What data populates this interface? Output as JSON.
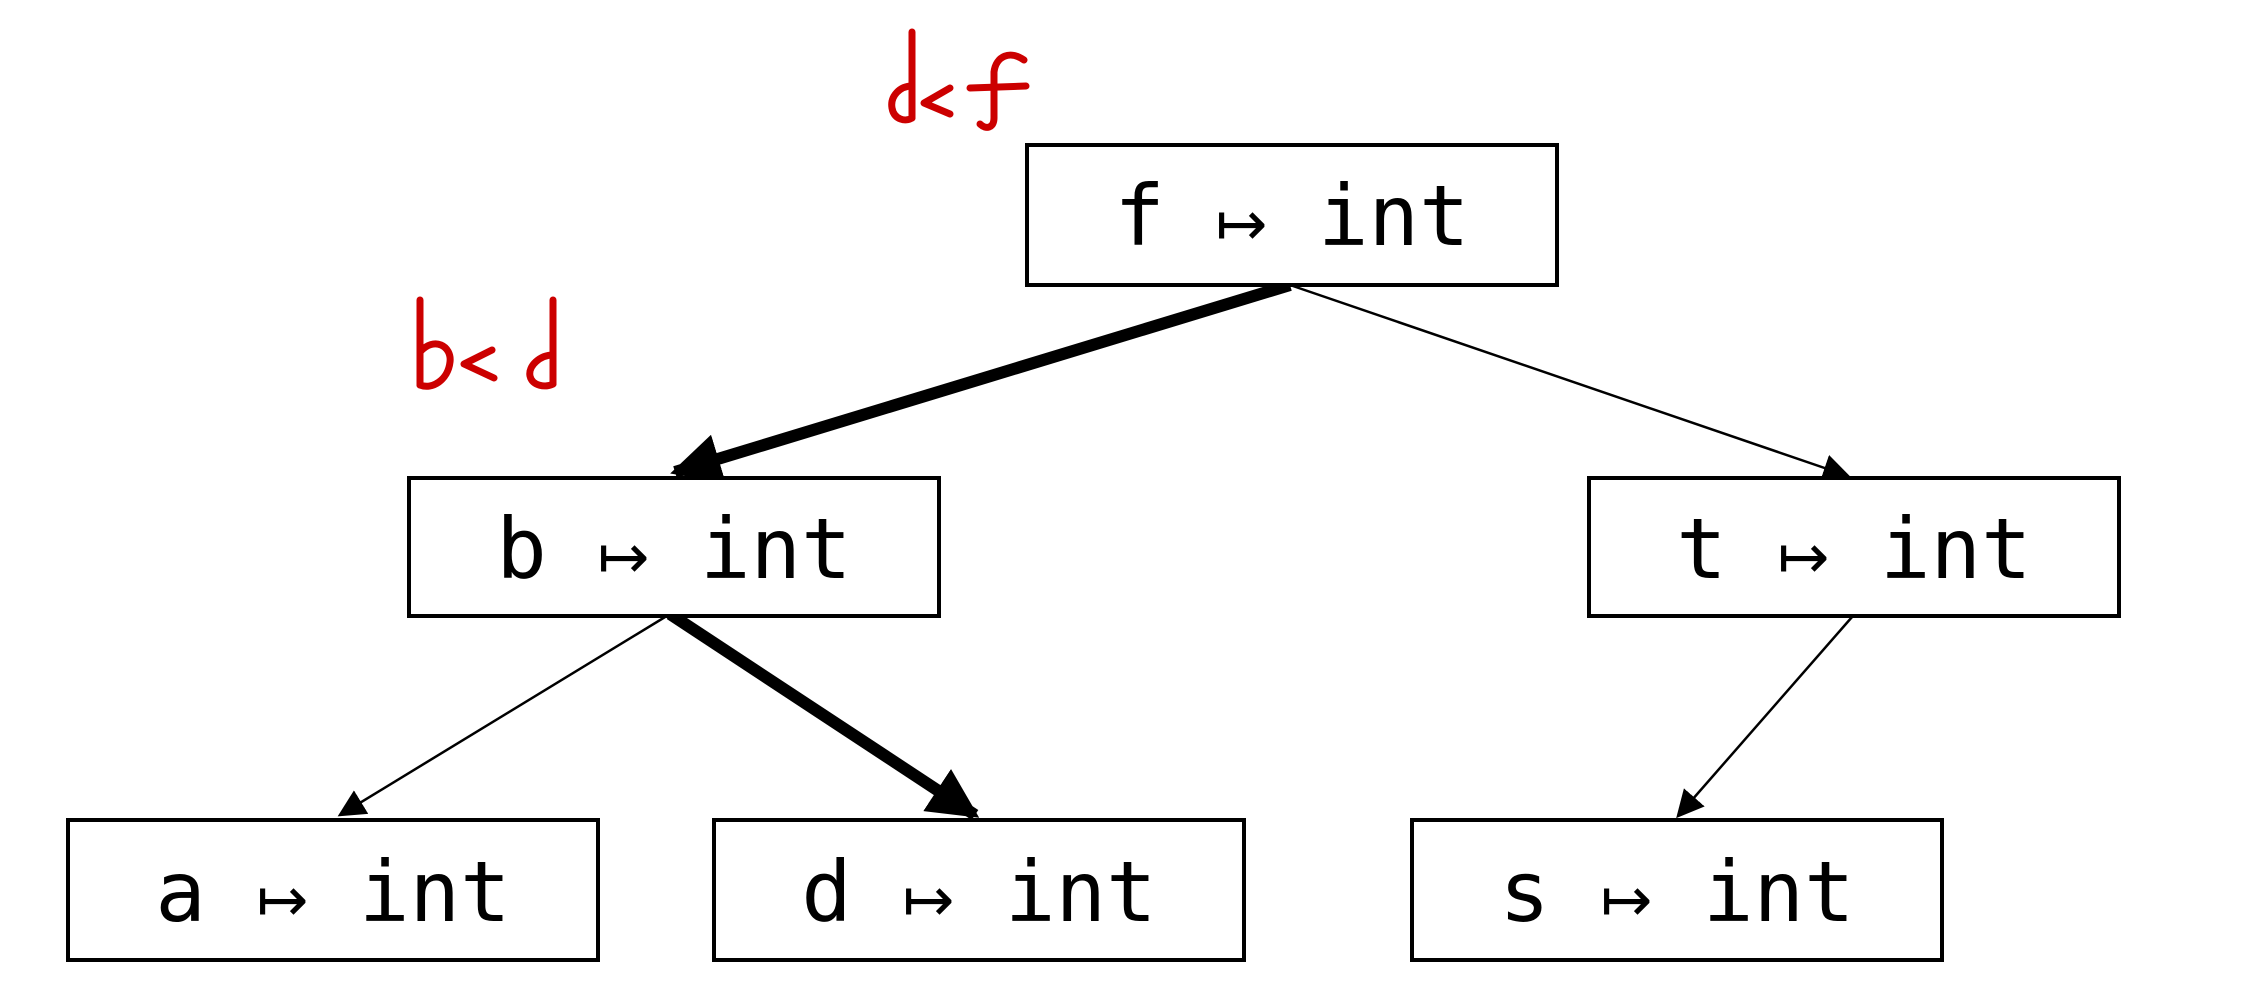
{
  "diagram": {
    "type": "binary-search-tree",
    "nodes": {
      "f": {
        "key": "f",
        "arrow": "↦",
        "value": "int"
      },
      "b": {
        "key": "b",
        "arrow": "↦",
        "value": "int"
      },
      "t": {
        "key": "t",
        "arrow": "↦",
        "value": "int"
      },
      "a": {
        "key": "a",
        "arrow": "↦",
        "value": "int"
      },
      "d": {
        "key": "d",
        "arrow": "↦",
        "value": "int"
      },
      "s": {
        "key": "s",
        "arrow": "↦",
        "value": "int"
      }
    },
    "edges": [
      {
        "from": "f",
        "to": "b",
        "style": "thick"
      },
      {
        "from": "f",
        "to": "t",
        "style": "thin"
      },
      {
        "from": "b",
        "to": "a",
        "style": "thin"
      },
      {
        "from": "b",
        "to": "d",
        "style": "thick"
      },
      {
        "from": "t",
        "to": "s",
        "style": "thin"
      }
    ],
    "handwritten_annotations": [
      {
        "text": "d<f",
        "color": "#cc0000"
      },
      {
        "text": "b<d",
        "color": "#cc0000"
      }
    ]
  }
}
